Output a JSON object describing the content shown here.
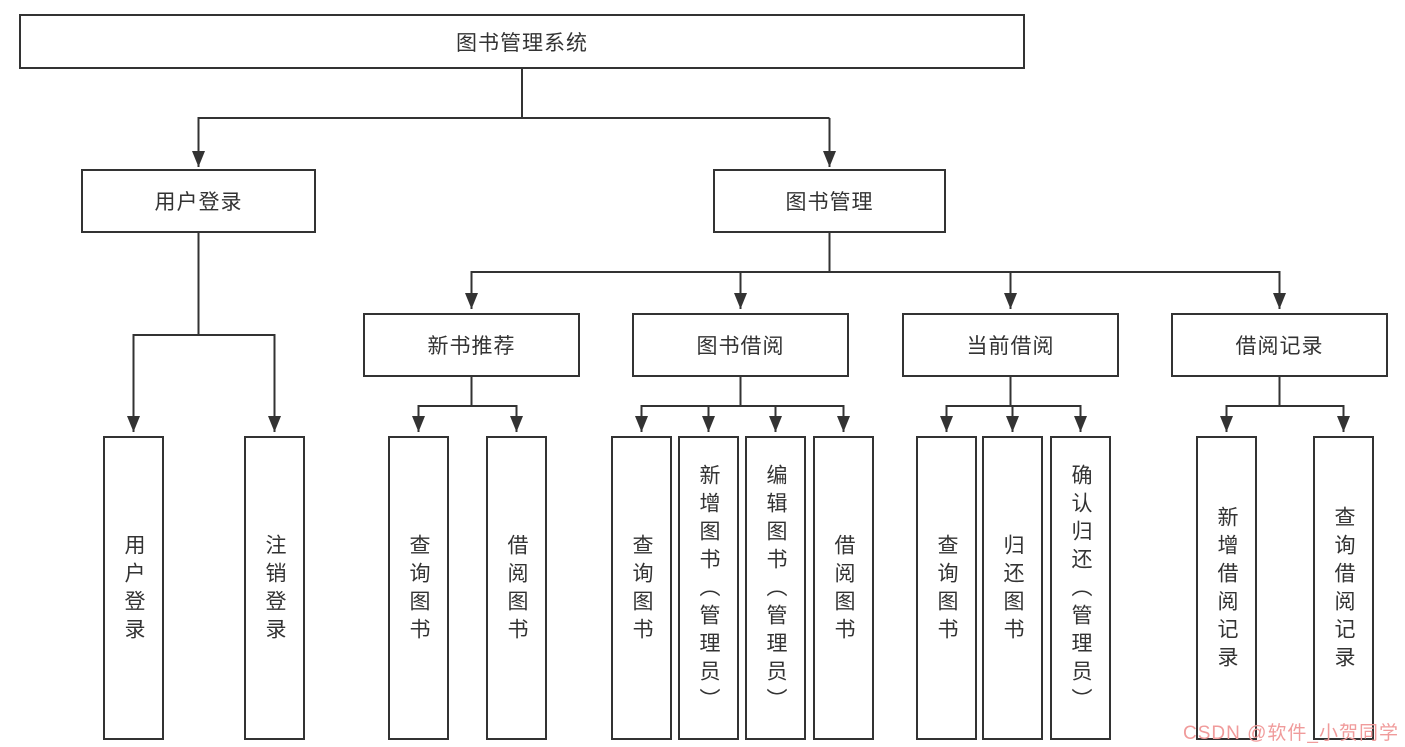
{
  "tree": {
    "label": "图书管理系统",
    "children": [
      {
        "label": "用户登录",
        "children": [
          {
            "label": "用户登录"
          },
          {
            "label": "注销登录"
          }
        ]
      },
      {
        "label": "图书管理",
        "children": [
          {
            "label": "新书推荐",
            "children": [
              {
                "label": "查询图书"
              },
              {
                "label": "借阅图书"
              }
            ]
          },
          {
            "label": "图书借阅",
            "children": [
              {
                "label": "查询图书"
              },
              {
                "label": "新增图书（管理员）"
              },
              {
                "label": "编辑图书（管理员）"
              },
              {
                "label": "借阅图书"
              }
            ]
          },
          {
            "label": "当前借阅",
            "children": [
              {
                "label": "查询图书"
              },
              {
                "label": "归还图书"
              },
              {
                "label": "确认归还（管理员）"
              }
            ]
          },
          {
            "label": "借阅记录",
            "children": [
              {
                "label": "新增借阅记录"
              },
              {
                "label": "查询借阅记录"
              }
            ]
          }
        ]
      }
    ]
  },
  "watermark": {
    "text": "CSDN @软件_小贺同学"
  },
  "colors": {
    "line": "#333333",
    "box_border": "#333333",
    "text": "#333333",
    "background": "#ffffff",
    "watermark": "#f09b9b"
  }
}
